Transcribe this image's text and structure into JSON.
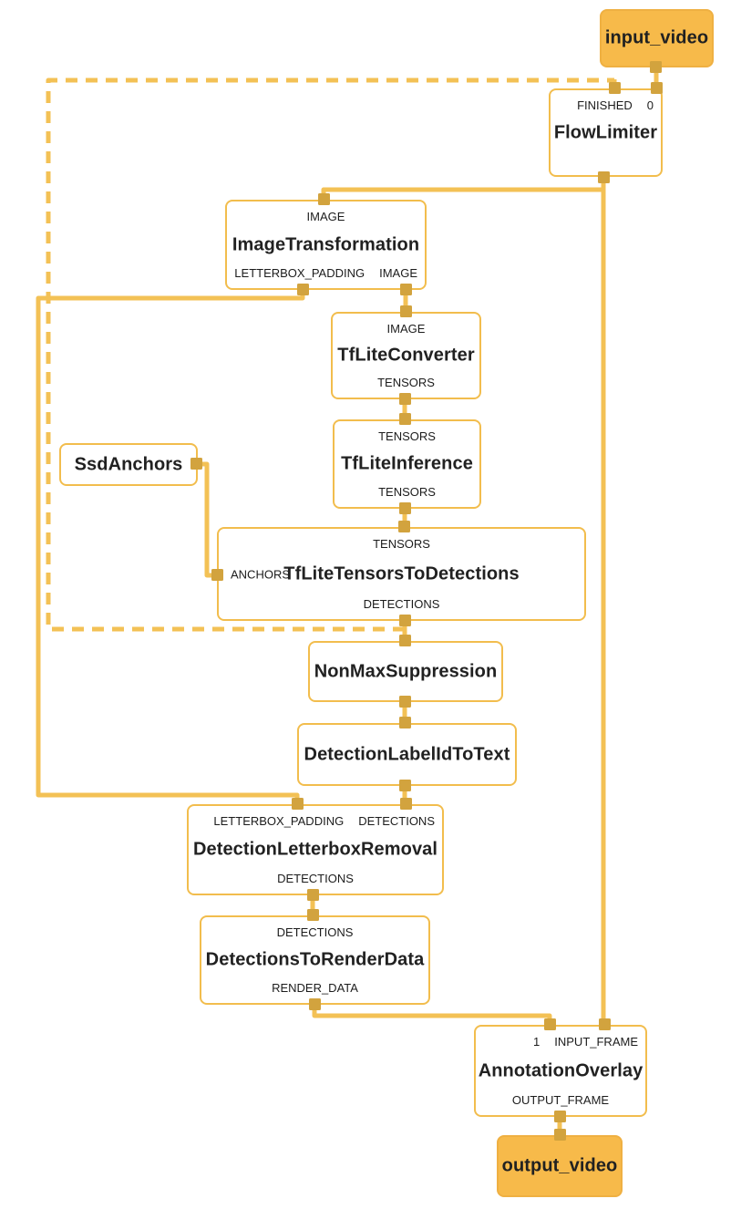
{
  "diagram": {
    "kind": "mediapipe-object-detection-graph",
    "colors": {
      "background": "#ffffff",
      "wire": "#F3C155",
      "node_border": "#F2BD4D",
      "stream_node_fill": "#F7BA4A",
      "port_fill": "#D2A33E",
      "text": "#212121"
    },
    "nodes": {
      "input_video": {
        "label": "input_video",
        "kind": "input-stream"
      },
      "flow_limiter": {
        "label": "FlowLimiter",
        "top_ports": [
          "FINISHED",
          "0"
        ]
      },
      "image_transformation": {
        "label": "ImageTransformation",
        "top_ports": [
          "IMAGE"
        ],
        "bottom_ports": [
          "LETTERBOX_PADDING",
          "IMAGE"
        ]
      },
      "tflite_converter": {
        "label": "TfLiteConverter",
        "top_ports": [
          "IMAGE"
        ],
        "bottom_ports": [
          "TENSORS"
        ]
      },
      "tflite_inference": {
        "label": "TfLiteInference",
        "top_ports": [
          "TENSORS"
        ],
        "bottom_ports": [
          "TENSORS"
        ]
      },
      "ssd_anchors": {
        "label": "SsdAnchors"
      },
      "tflite_tensors_to_detections": {
        "label": "TfLiteTensorsToDetections",
        "top_ports": [
          "TENSORS"
        ],
        "left_ports": [
          "ANCHORS"
        ],
        "bottom_ports": [
          "DETECTIONS"
        ]
      },
      "non_max_suppression": {
        "label": "NonMaxSuppression"
      },
      "detection_label_id_to_text": {
        "label": "DetectionLabelIdToText"
      },
      "detection_letterbox_removal": {
        "label": "DetectionLetterboxRemoval",
        "top_ports": [
          "LETTERBOX_PADDING",
          "DETECTIONS"
        ],
        "bottom_ports": [
          "DETECTIONS"
        ]
      },
      "detections_to_render_data": {
        "label": "DetectionsToRenderData",
        "top_ports": [
          "DETECTIONS"
        ],
        "bottom_ports": [
          "RENDER_DATA"
        ]
      },
      "annotation_overlay": {
        "label": "AnnotationOverlay",
        "top_ports": [
          "1",
          "INPUT_FRAME"
        ],
        "bottom_ports": [
          "OUTPUT_FRAME"
        ]
      },
      "output_video": {
        "label": "output_video",
        "kind": "output-stream"
      }
    },
    "edges": [
      {
        "from": "input_video",
        "to": "FlowLimiter:0",
        "style": "solid"
      },
      {
        "from": "FlowLimiter",
        "to": "ImageTransformation:IMAGE",
        "style": "solid"
      },
      {
        "from": "FlowLimiter",
        "to": "AnnotationOverlay:INPUT_FRAME",
        "style": "solid"
      },
      {
        "from": "ImageTransformation:IMAGE",
        "to": "TfLiteConverter:IMAGE",
        "style": "solid"
      },
      {
        "from": "ImageTransformation:LETTERBOX_PADDING",
        "to": "DetectionLetterboxRemoval:LETTERBOX_PADDING",
        "style": "solid"
      },
      {
        "from": "TfLiteConverter:TENSORS",
        "to": "TfLiteInference:TENSORS",
        "style": "solid"
      },
      {
        "from": "TfLiteInference:TENSORS",
        "to": "TfLiteTensorsToDetections:TENSORS",
        "style": "solid"
      },
      {
        "from": "SsdAnchors",
        "to": "TfLiteTensorsToDetections:ANCHORS",
        "style": "solid"
      },
      {
        "from": "TfLiteTensorsToDetections:DETECTIONS",
        "to": "NonMaxSuppression",
        "style": "solid"
      },
      {
        "from": "TfLiteTensorsToDetections:DETECTIONS",
        "to": "FlowLimiter:FINISHED",
        "style": "dashed",
        "back_edge": true
      },
      {
        "from": "NonMaxSuppression",
        "to": "DetectionLabelIdToText",
        "style": "solid"
      },
      {
        "from": "DetectionLabelIdToText",
        "to": "DetectionLetterboxRemoval:DETECTIONS",
        "style": "solid"
      },
      {
        "from": "DetectionLetterboxRemoval:DETECTIONS",
        "to": "DetectionsToRenderData:DETECTIONS",
        "style": "solid"
      },
      {
        "from": "DetectionsToRenderData:RENDER_DATA",
        "to": "AnnotationOverlay:1",
        "style": "solid"
      },
      {
        "from": "AnnotationOverlay:OUTPUT_FRAME",
        "to": "output_video",
        "style": "solid"
      }
    ]
  }
}
